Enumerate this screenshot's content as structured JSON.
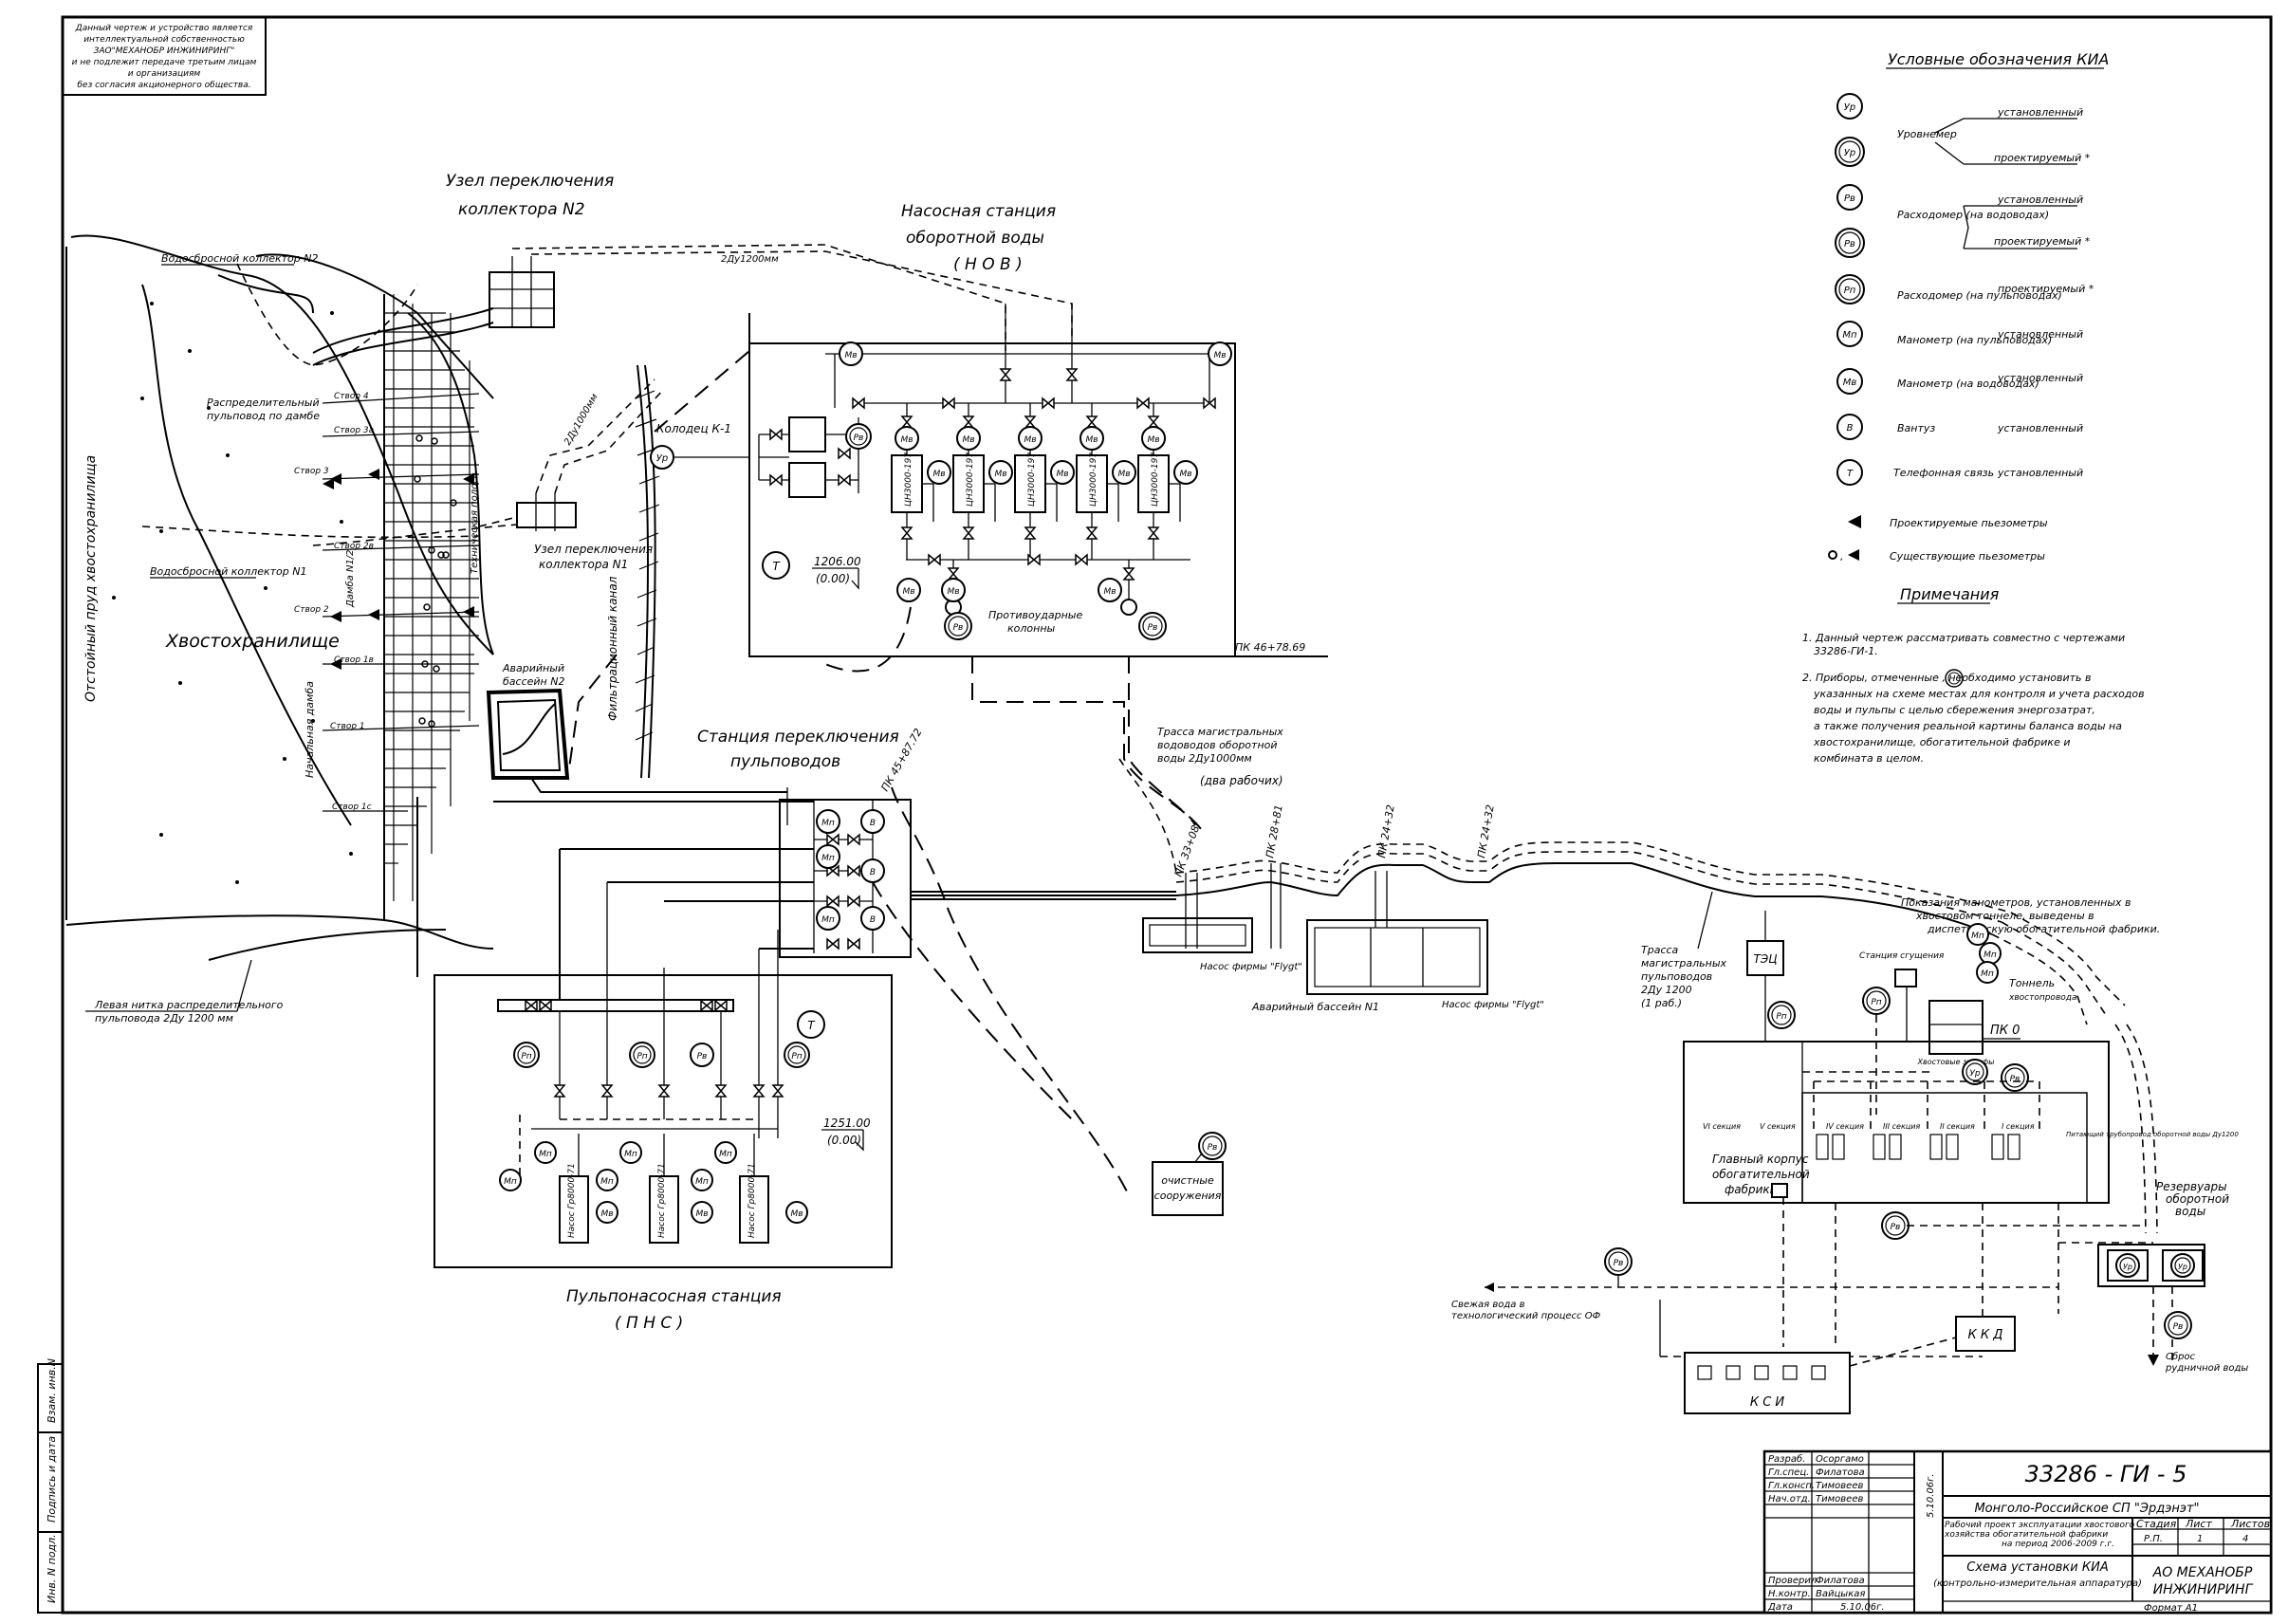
{
  "notice": {
    "lines": [
      "Данный чертеж и устройство является",
      "интеллектуальной собственностью",
      "ЗАО\"МЕХАНОБР ИНЖИНИРИНГ\"",
      "и не подлежит передаче третьим лицам",
      "и организациям",
      "без согласия акционерного общества."
    ]
  },
  "labels": {
    "node2_title_1": "Узел переключения",
    "node2_title_2": "коллектора N2",
    "nov_title_1": "Насосная станция",
    "nov_title_2": "оборотной воды",
    "nov_title_3": "( Н О В )",
    "pipe_2du1200": "2Ду1200мм",
    "pipe_2du1000": "2Ду1000мм",
    "collector2": "Водосбросной коллектор N2",
    "distrib_pipe_1": "Распределительный",
    "distrib_pipe_2": "пульповод по дамбе",
    "collector1": "Водосбросной коллектор N1",
    "tailings": "Хвостохранилище",
    "settling_pond": "Отстойный пруд хвостохранилища",
    "initial_dam": "Начальная дамба",
    "dam_text": "Дамба N1/2",
    "node1_1": "Узел переключения",
    "node1_2": "коллектора N1",
    "well": "Колодец К-1",
    "emergency2_1": "Аварийный",
    "emergency2_2": "бассейн N2",
    "filter_canal": "Фильтрационный канал",
    "pulp_switch_1": "Станция переключения",
    "pulp_switch_2": "пульповодов",
    "anti_hammer_1": "Противоударные",
    "anti_hammer_2": "колонны",
    "elev_nov": "1206.00",
    "elev_nov_zero": "(0.00)",
    "pk_nov": "ПК 46+78.69",
    "pk_switch": "ПК 45+87.72",
    "trunk_line_1": "Трасса магистральных",
    "trunk_line_2": "водоводов оборотной",
    "trunk_line_3": "воды 2Ду1000мм",
    "trunk_line_4": "(два рабочих)",
    "pk_331": "ПК 33+08",
    "pk_28": "ПК 28+81",
    "pk_24a": "ПК 24+32",
    "pk_24b": "ПК 24+32",
    "emergency1": "Аварийный бассейн N1",
    "pump_flygt": "Насос фирмы \"Flygt\"",
    "trunk_pulp_1": "Трасса",
    "trunk_pulp_2": "магистральных",
    "trunk_pulp_3": "пульповодов",
    "trunk_pulp_4": "2Ду 1200",
    "trunk_pulp_5": "(1 раб.)",
    "left_thread_1": "Левая нитка распределительного",
    "left_thread_2": "пульповода 2Ду 1200 мм",
    "treatment_1": "очистные",
    "treatment_2": "сооружения",
    "pns_1": "Пульпонасосная станция",
    "pns_2": "( П Н С )",
    "elev_pns": "1251.00",
    "elev_pns_zero": "(0.00)",
    "tec": "ТЭЦ",
    "press_note_1": "Показания манометров, установленных в",
    "press_note_2": "хвостовом тоннеле, выведены в",
    "press_note_3": "диспетчерскую обогатительной фабрики.",
    "tunnel_1": "Тоннель",
    "tunnel_2": "хвостопровода",
    "pk0": "ПК 0",
    "sump": "Хвостовые зумпфы",
    "main_bldg_1": "Главный корпус",
    "main_bldg_2": "обогатительной",
    "main_bldg_3": "фабрики",
    "reservoirs_1": "Резервуары",
    "reservoirs_2": "оборотной",
    "reservoirs_3": "воды",
    "fresh_water_1": "Свежая вода в",
    "fresh_water_2": "технологический процесс ОФ",
    "kkd": "К К Д",
    "ksi": "К С И",
    "discharge_1": "Сброс",
    "discharge_2": "рудничной воды",
    "circ_pipe": "Питающий трубопровод оборотной воды Ду1200",
    "stations": [
      "Створ 4",
      "Створ 3а",
      "Створ 3",
      "Створ 2в",
      "Створ 2",
      "Створ 1в",
      "Створ 1",
      "Створ 1с"
    ]
  },
  "pumps_nov": [
    "ЦН3000-197",
    "ЦН3000-197",
    "ЦН3000-197",
    "ЦН3000-197",
    "ЦН3000-197"
  ],
  "pumps_pns": [
    "Насос Гр8000-71",
    "Насос Гр8000-71",
    "Насос Гр8000-71"
  ],
  "sections": [
    "VI секция",
    "V секция",
    "IV секция",
    "III секция",
    "II секция",
    "I секция"
  ],
  "instruments": {
    "level": "Ур",
    "flow_water": "Рв",
    "flow_pulp": "Рп",
    "press_pulp": "Мп",
    "press_water": "Мв",
    "vent": "В",
    "phone": "Т"
  },
  "legend": {
    "title": "Условные обозначения КИА",
    "rows": [
      {
        "sym": "Ур",
        "name": "Уровнемер",
        "status": "установленный"
      },
      {
        "sym": "Ур",
        "name": "",
        "status": "проектируемый *"
      },
      {
        "sym": "Рв",
        "name": "Расходомер (на водоводах)",
        "status": "установленный"
      },
      {
        "sym": "Рв",
        "name": "",
        "status": "проектируемый *"
      },
      {
        "sym": "Рп",
        "name": "Расходомер (на пульповодах)",
        "status": "проектируемый *"
      },
      {
        "sym": "Мп",
        "name": "Манометр (на пульповодах)",
        "status": "установленный"
      },
      {
        "sym": "Мв",
        "name": "Манометр (на водоводах)",
        "status": "установленный"
      },
      {
        "sym": "В",
        "name": "Вантуз",
        "status": "установленный"
      },
      {
        "sym": "Т",
        "name": "Телефонная связь",
        "status": "установленный"
      }
    ],
    "piezo_proj": "Проектируемые пьезометры",
    "piezo_exist": "Существующие пьезометры"
  },
  "notes": {
    "title": "Примечания",
    "n1_1": "1. Данный чертеж рассматривать совместно с чертежами",
    "n1_2": "33286-ГИ-1.",
    "n2_1": "2. Приборы, отмеченные , необходимо установить в",
    "n2_2": "указанных на схеме местах для контроля и учета расходов",
    "n2_3": "воды и пульпы с целью сбережения энергозатрат,",
    "n2_4": "а также получения реальной картины баланса воды на",
    "n2_5": "хвостохранилище, обогатительной фабрике и",
    "n2_6": "комбината в целом."
  },
  "side_stamp": [
    "Инв. N подл.",
    "Подпись и дата",
    "Взам. инв.N"
  ],
  "title_block": {
    "code": "33286 - ГИ - 5",
    "org": "Монголо-Российское СП \"Эрдэнэт\"",
    "project_1": "Рабочий проект эксплуатации хвостового",
    "project_2": "хозяйства обогатительной фабрики",
    "project_3": "на период 2006-2009 г.г.",
    "sheet_title_1": "Схема установки КИА",
    "sheet_title_2": "(контрольно-измерительная аппаратура)",
    "company_1": "АО МЕХАНОБР",
    "company_2": "ИНЖИНИРИНГ",
    "stage_h": "Стадия",
    "sheet_h": "Лист",
    "sheets_h": "Листов",
    "stage": "Р.П.",
    "sheet": "1",
    "sheets": "4",
    "date_vert": "5.10.06г.",
    "format": "Формат А1",
    "people": [
      {
        "role": "Разраб.",
        "name": "Осоргамо"
      },
      {
        "role": "Гл.спец.",
        "name": "Филатова"
      },
      {
        "role": "Гл.консп.",
        "name": "Тимовеев"
      },
      {
        "role": "Нач.отд.",
        "name": "Тимовеев"
      },
      {
        "role": "Проверил",
        "name": "Филатова"
      },
      {
        "role": "Н.контр.",
        "name": "Вайцыкая"
      },
      {
        "role": "Дата",
        "name": "5.10.06г."
      }
    ]
  }
}
